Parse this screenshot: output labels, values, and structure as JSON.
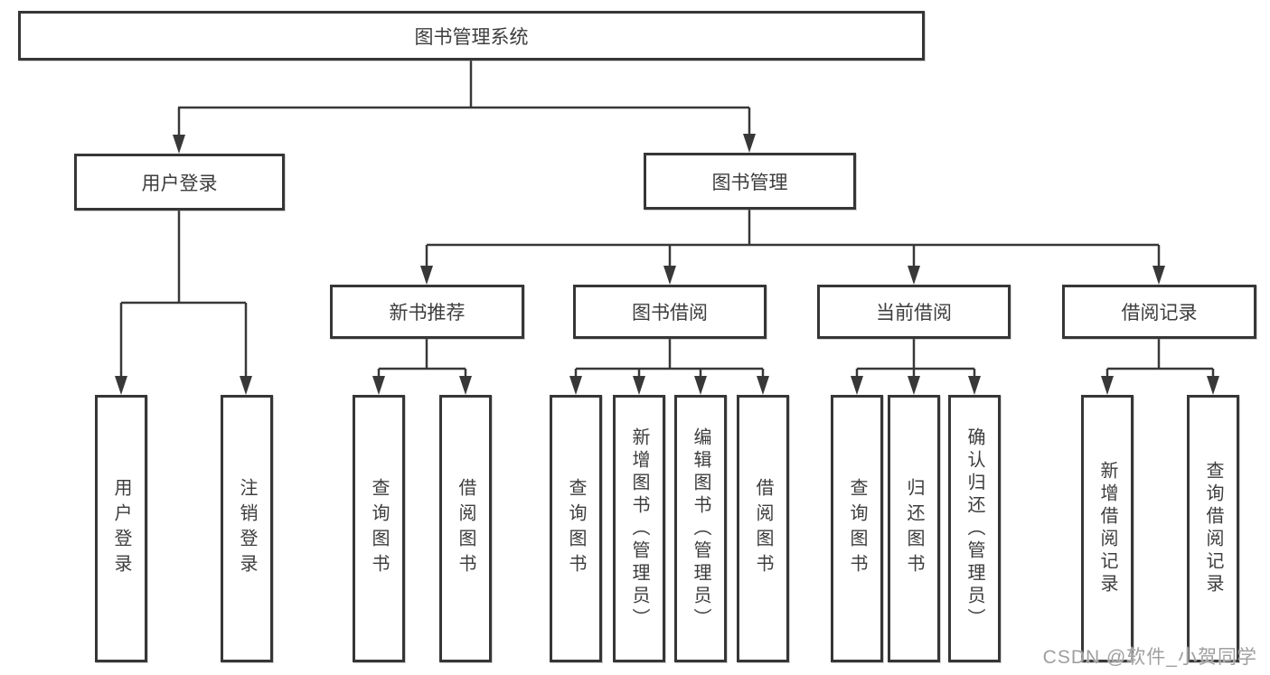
{
  "tree": {
    "root": {
      "label": "图书管理系统"
    },
    "branches": [
      {
        "label": "用户登录",
        "children": [
          {
            "label": "用户登录"
          },
          {
            "label": "注销登录"
          }
        ]
      },
      {
        "label": "图书管理",
        "groups": [
          {
            "label": "新书推荐",
            "children": [
              {
                "label": "查询图书"
              },
              {
                "label": "借阅图书"
              }
            ]
          },
          {
            "label": "图书借阅",
            "children": [
              {
                "label": "查询图书"
              },
              {
                "label": "新增图书（管理员）"
              },
              {
                "label": "编辑图书（管理员）"
              },
              {
                "label": "借阅图书"
              }
            ]
          },
          {
            "label": "当前借阅",
            "children": [
              {
                "label": "查询图书"
              },
              {
                "label": "归还图书"
              },
              {
                "label": "确认归还（管理员）"
              }
            ]
          },
          {
            "label": "借阅记录",
            "children": [
              {
                "label": "新增借阅记录"
              },
              {
                "label": "查询借阅记录"
              }
            ]
          }
        ]
      }
    ]
  },
  "watermark": {
    "text": "CSDN @软件_小贺同学"
  },
  "colors": {
    "line": "#383838",
    "border": "#363636",
    "text": "#3d3d3d",
    "watermark": "#9f9f9f",
    "background": "#ffffff"
  }
}
